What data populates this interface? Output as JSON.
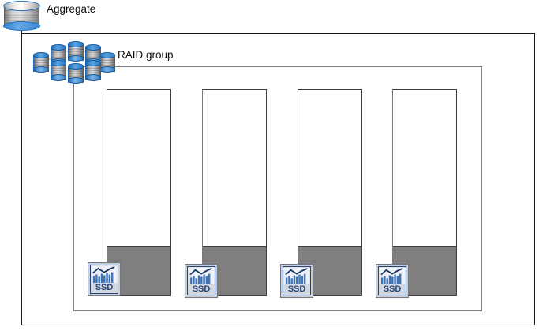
{
  "diagram": {
    "title_labels": {
      "aggregate": "Aggregate",
      "raid_group": "RAID group"
    },
    "icons": {
      "aggregate_cylinder": "database-cylinder-icon",
      "raid_disk": "disk-cylinder-icon",
      "ssd": "ssd-drive-icon"
    },
    "ssd_label": "SSD",
    "colors": {
      "outer_border": "#1a1a1a",
      "inner_border": "#808080",
      "column_border": "#3f3f3f",
      "column_fill": "#7f7f7f",
      "disk_accent": "#1f6fbf",
      "ssd_accent": "#24457c",
      "background": "#ffffff"
    },
    "columns": [
      {
        "name": "column-1",
        "label": "SSD",
        "fill_percent": 23
      },
      {
        "name": "column-2",
        "label": "SSD",
        "fill_percent": 23
      },
      {
        "name": "column-3",
        "label": "SSD",
        "fill_percent": 23
      },
      {
        "name": "column-4",
        "label": "SSD",
        "fill_percent": 23
      }
    ],
    "raid_disk_count": 8
  }
}
